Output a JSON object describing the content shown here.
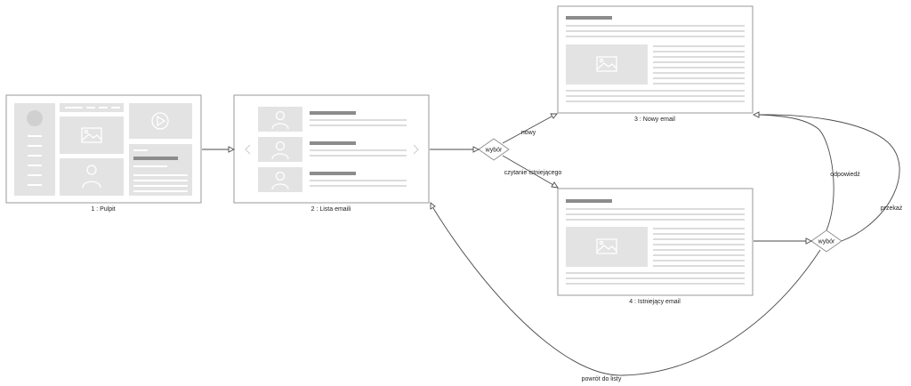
{
  "screens": {
    "pulpit": "1 : Pulpit",
    "lista": "2 : Lista emaili",
    "nowy": "3 : Nowy email",
    "istniejacy": "4 : Istniejący email"
  },
  "decisions": {
    "first": "wybór",
    "second": "wybór"
  },
  "edges": {
    "nowy": "nowy",
    "czytanie": "czytanie istniejącego",
    "odpowiedz": "odpowiedź",
    "przekaz": "przekaż",
    "powrot": "powrót do listy"
  }
}
